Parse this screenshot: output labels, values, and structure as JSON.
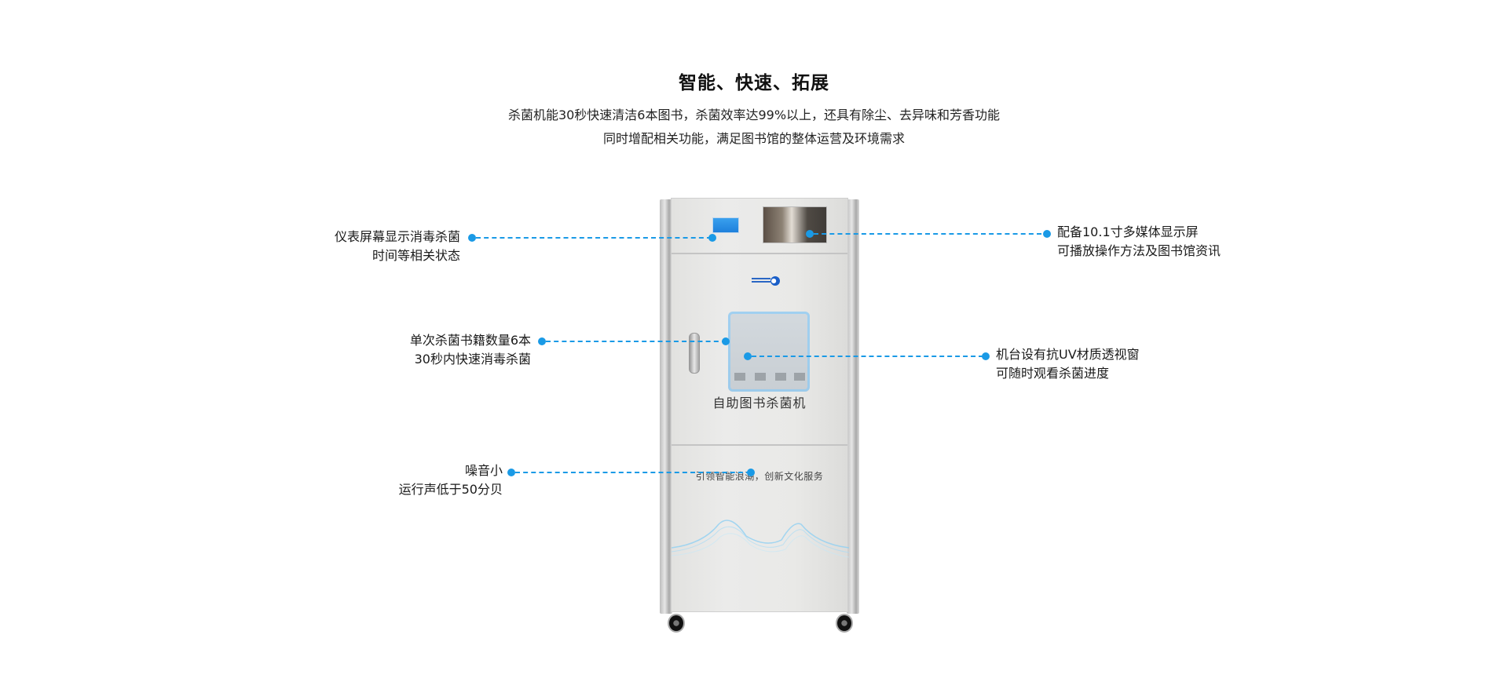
{
  "header": {
    "title": "智能、快速、拓展",
    "subtitle_line1": "杀菌机能30秒快速清洁6本图书，杀菌效率达99%以上，还具有除尘、去异味和芳香功能",
    "subtitle_line2": "同时增配相关功能，满足图书馆的整体运营及环境需求"
  },
  "machine": {
    "name": "自助图书杀菌机",
    "slogan": "引领智能浪潮，创新文化服务"
  },
  "features": {
    "left": [
      {
        "line1": "仪表屏幕显示消毒杀菌",
        "line2": "时间等相关状态"
      },
      {
        "line1": "单次杀菌书籍数量6本",
        "line2": "30秒内快速消毒杀菌"
      },
      {
        "line1": "噪音小",
        "line2": "运行声低于50分贝"
      }
    ],
    "right": [
      {
        "line1": "配备10.1寸多媒体显示屏",
        "line2": "可播放操作方法及图书馆资讯"
      },
      {
        "line1": "机台设有抗UV材质透视窗",
        "line2": "可随时观看杀菌进度"
      }
    ]
  },
  "colors": {
    "accent": "#1a9ae6"
  }
}
